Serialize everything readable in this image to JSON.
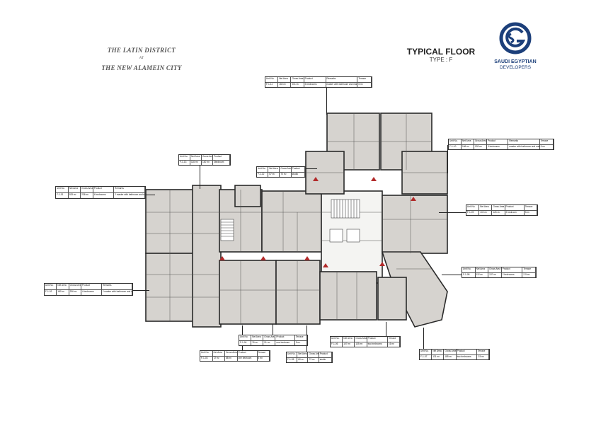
{
  "brand": {
    "title": "THE LATIN DISTRICT",
    "at": "AT",
    "subtitle": "THE NEW ALAMEIN CITY"
  },
  "header": {
    "title": "TYPICAL FLOOR",
    "type_label": "TYPE : F"
  },
  "logo": {
    "line1": "SAUDI EGYPTIAN",
    "line2": "DEVELOPERS",
    "color": "#1c3f7a"
  },
  "colors": {
    "room_fill": "#d6d3cf",
    "wall": "#2a2a2a",
    "marker_red": "#b22a2a"
  },
  "units": [
    {
      "id": "unit-table-F1-11",
      "headers": [
        "Unit No.",
        "Net Area",
        "Gross Area",
        "Product",
        "Remarks",
        "Terrace"
      ],
      "values": [
        "F-1-11",
        "160 m²",
        "201 m²",
        "3 bedrooms",
        "master with bathroom and maid room.",
        "6 m²"
      ]
    },
    {
      "id": "unit-table-F1-10",
      "headers": [
        "Unit No.",
        "Net Area",
        "Gross Area",
        "Product",
        "Remarks",
        "Terrace"
      ],
      "values": [
        "F-1-10",
        "166 m²",
        "203 m²",
        "3 bedrooms",
        "master with bathroom and maid room.",
        "5 m²"
      ]
    },
    {
      "id": "unit-table-F1-13",
      "headers": [
        "Unit No.",
        "Net Area",
        "Gross Area",
        "Product"
      ],
      "values": [
        "F-1-13",
        "116 m²",
        "140 m²",
        "3bedroom"
      ]
    },
    {
      "id": "unit-table-F1-12",
      "headers": [
        "Unit No.",
        "Net Area",
        "Gross Area",
        "Product"
      ],
      "values": [
        "F-1-12",
        "57 m²",
        "70 m²",
        "studio"
      ]
    },
    {
      "id": "unit-table-F1-01",
      "headers": [
        "Unit No.",
        "Net Area",
        "Gross Area",
        "Product",
        "Remarks"
      ],
      "values": [
        "F-1-01",
        "183 m²",
        "236 m²",
        "4 bedrooms",
        "2 master with bathroom and maid room."
      ]
    },
    {
      "id": "unit-table-F1-09",
      "headers": [
        "Unit No.",
        "Net Area",
        "Gross Area",
        "Product",
        "Terrace"
      ],
      "values": [
        "F-1-09",
        "102 m²",
        "126 m²",
        "2 bedroom",
        "5 m²"
      ]
    },
    {
      "id": "unit-table-F1-08",
      "headers": [
        "Unit No.",
        "Net Area",
        "Gross Area",
        "Product",
        "Terrace"
      ],
      "values": [
        "F-1-08",
        "112 m²",
        "137 m²",
        "2 bedrooms",
        "2.5 m²"
      ]
    },
    {
      "id": "unit-table-F1-02",
      "headers": [
        "Unit No.",
        "Net Area",
        "Gross Area",
        "Product",
        "Remarks"
      ],
      "values": [
        "F-1-02",
        "182 m²",
        "236 m²",
        "4 bedrooms",
        "2 master with bathroom and maid room."
      ]
    },
    {
      "id": "unit-table-F1-04",
      "headers": [
        "Unit No.",
        "Net Area",
        "Gross Area",
        "Product",
        "Terrace"
      ],
      "values": [
        "F-1-04",
        "76 m²",
        "91 m²",
        "one bedroom",
        "5 m²"
      ]
    },
    {
      "id": "unit-table-F1-06",
      "headers": [
        "Unit No.",
        "Net Area",
        "Gross Area",
        "Product",
        "Terrace"
      ],
      "values": [
        "F-1-06",
        "107 m²",
        "135 m²",
        "two bedrooms",
        "16 m²"
      ]
    },
    {
      "id": "unit-table-F1-03",
      "headers": [
        "Unit No.",
        "Net Area",
        "Gross Area",
        "Product",
        "Terrace"
      ],
      "values": [
        "F-1-03",
        "72 m²",
        "88 m²",
        "one bedroom",
        "5 m²"
      ]
    },
    {
      "id": "unit-table-F1-05",
      "headers": [
        "Unit No.",
        "Net Area",
        "Gross Area",
        "Product"
      ],
      "values": [
        "F-1-05",
        "60 m²",
        "73 m²",
        "studio"
      ]
    },
    {
      "id": "unit-table-F1-07",
      "headers": [
        "Unit No.",
        "Net Area",
        "Gross Area",
        "Product",
        "Terrace"
      ],
      "values": [
        "F-1-07",
        "131 m²",
        "185 m²",
        "two bedrooms",
        "2.5 m²"
      ]
    }
  ]
}
